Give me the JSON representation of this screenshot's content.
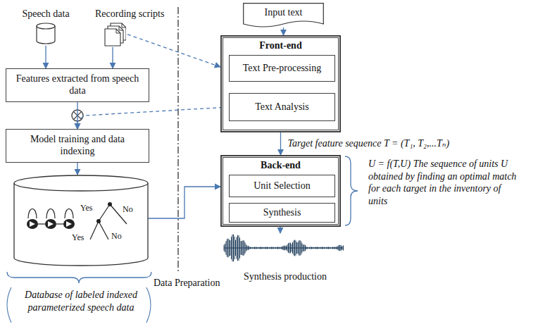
{
  "diagram": {
    "nodes": [
      {
        "text": [
          "Speech data"
        ]
      },
      {
        "text": [
          "Recording scripts"
        ]
      },
      {
        "text": [
          "Features extracted from speech data"
        ]
      },
      {
        "text": [
          "Model training and data indexing"
        ]
      },
      {
        "text": [
          "Yes",
          "No",
          "Yes",
          "No"
        ]
      },
      {
        "text": [
          "Input text"
        ]
      },
      {
        "text": [
          "Front-end"
        ]
      },
      {
        "text": [
          "Text Pre-processing"
        ],
        "in": 6
      },
      {
        "text": [
          "Text Analysis"
        ],
        "in": 6
      },
      {
        "text": [
          "Back-end"
        ]
      },
      {
        "text": [
          "Unit Selection"
        ],
        "in": 9
      },
      {
        "text": [
          "Synthesis"
        ],
        "in": 9
      }
    ],
    "edges": [
      {
        "from": 0,
        "to": 2,
        "arrow": "to"
      },
      {
        "from": 1,
        "to": 2,
        "arrow": "to"
      },
      {
        "from": 1,
        "to": 6,
        "arrow": "to"
      },
      {
        "from": 2,
        "to": 3,
        "arrow": "to"
      },
      {
        "from": 8,
        "to": 3,
        "arrow": "to"
      },
      {
        "from": 3,
        "to": 4,
        "arrow": "to"
      },
      {
        "from": 4,
        "to": 9,
        "arrow": "to"
      },
      {
        "from": 5,
        "to": 6,
        "arrow": "to"
      },
      {
        "from": 6,
        "to": 9,
        "label": "Target feature sequence T = (T₁, T₂,...Tₙ)",
        "arrow": "to"
      }
    ],
    "labels": [
      "Database of labeled indexed parameterized speech data",
      "Data Preparation",
      "U = f(T,U) The sequence of units U obtained by finding an optimal match for each target in the inventory of units",
      "Synthesis production"
    ]
  }
}
